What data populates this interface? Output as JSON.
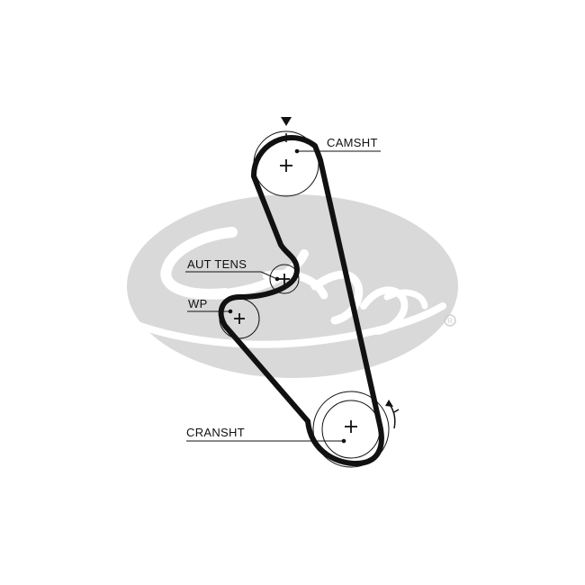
{
  "labels": {
    "camshaft": "CAMSHT",
    "tensioner": "AUT TENS",
    "water_pump": "WP",
    "crankshaft": "CRANSHT"
  },
  "colors": {
    "logo_gray": "#d9d9d9",
    "belt": "#111111",
    "background": "#ffffff"
  },
  "icons": {
    "timing_mark": "triangle-down",
    "rotation": "arrow-clockwise",
    "registered": "registered-mark"
  }
}
